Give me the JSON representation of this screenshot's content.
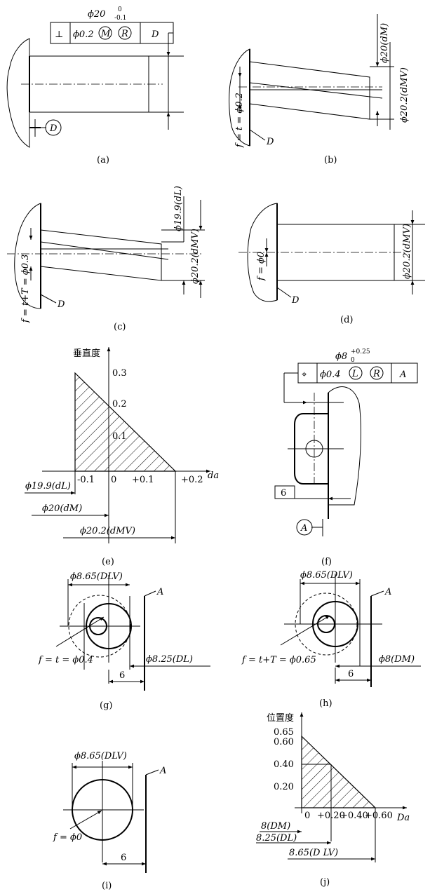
{
  "panels": {
    "a": {
      "caption": "(a)",
      "tol_top": "ϕ20",
      "tol_sup": "0",
      "tol_sub": "-0.1",
      "perp_symbol": "⊥",
      "tol_value": "ϕ0.2",
      "mod_m": "M",
      "mod_r": "R",
      "datum": "D",
      "datum_ref": "D"
    },
    "b": {
      "caption": "(b)",
      "dim_dm": "ϕ20(dM)",
      "dim_dmv": "ϕ20.2(dMV)",
      "f_label": "f = t = ϕ0.2",
      "datum": "D"
    },
    "c": {
      "caption": "(c)",
      "dim_dl": "ϕ19.9(dL)",
      "dim_dmv": "ϕ20.2(dMV)",
      "f_label": "f = t+T = ϕ0.3",
      "datum": "D"
    },
    "d": {
      "caption": "(d)",
      "dim_dmv": "ϕ20.2(dMV)",
      "f_label": "f = ϕ0",
      "datum": "D"
    },
    "e": {
      "caption": "(e)",
      "y_title": "垂直度",
      "y_ticks": [
        "0.3",
        "0.2",
        "0.1"
      ],
      "x_ticks": [
        "-0.1",
        "0",
        "+0.1",
        "+0.2"
      ],
      "x_label": "da",
      "dim_dl": "ϕ19.9(dL)",
      "dim_dm": "ϕ20(dM)",
      "dim_dmv": "ϕ20.2(dMV)"
    },
    "f": {
      "caption": "(f)",
      "tol_top": "ϕ8",
      "tol_sup": "+0.25",
      "tol_sub": "0",
      "pos_symbol": "⌖",
      "tol_value": "ϕ0.4",
      "mod_l": "L",
      "mod_r": "R",
      "datum": "A",
      "dim_box": "6",
      "datum_ref": "A"
    },
    "g": {
      "caption": "(g)",
      "dim_dlv": "ϕ8.65(DLV)",
      "dim_dl": "ϕ8.25(DL)",
      "f_label": "f = t = ϕ0.4",
      "dim_6": "6",
      "datum": "A"
    },
    "h": {
      "caption": "(h)",
      "dim_dlv": "ϕ8.65(DLV)",
      "dim_dm": "ϕ8(DM)",
      "f_label": "f = t+T = ϕ0.65",
      "dim_6": "6",
      "datum": "A"
    },
    "i": {
      "caption": "(i)",
      "dim_dlv": "ϕ8.65(DLV)",
      "f_label": "f = ϕ0",
      "dim_6": "6",
      "datum": "A"
    },
    "j": {
      "caption": "(j)",
      "y_title": "位置度",
      "y_ticks": [
        "0.65",
        "0.60",
        "0.40",
        "0.20"
      ],
      "x_ticks": [
        "0",
        "+0.20",
        "+0.40",
        "+0.60"
      ],
      "x_label": "Da",
      "dim_dm": "8(DM)",
      "dim_dl": "8.25(DL)",
      "dim_dlv": "8.65(D LV)"
    }
  }
}
